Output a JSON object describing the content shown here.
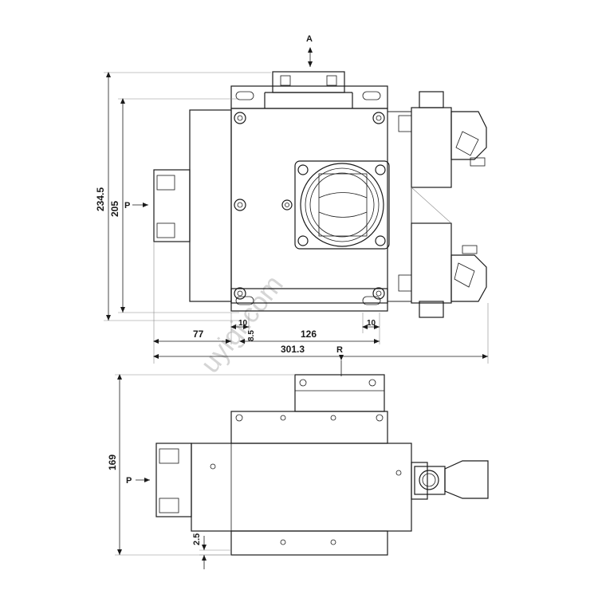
{
  "top_view": {
    "port_a_label": "A",
    "port_p_label": "P",
    "port_r_label": "R",
    "dim_height_overall": "234.5",
    "dim_height_body": "205",
    "dim_left_77": "77",
    "dim_hole_10_left": "10",
    "dim_hole_8_5": "8.5",
    "dim_center_126": "126",
    "dim_hole_10_right": "10",
    "dim_width_overall": "301.3"
  },
  "side_view": {
    "port_p_label": "P",
    "dim_height_169": "169",
    "dim_offset_2_5": "2.5"
  },
  "watermark": "uyigi.com"
}
